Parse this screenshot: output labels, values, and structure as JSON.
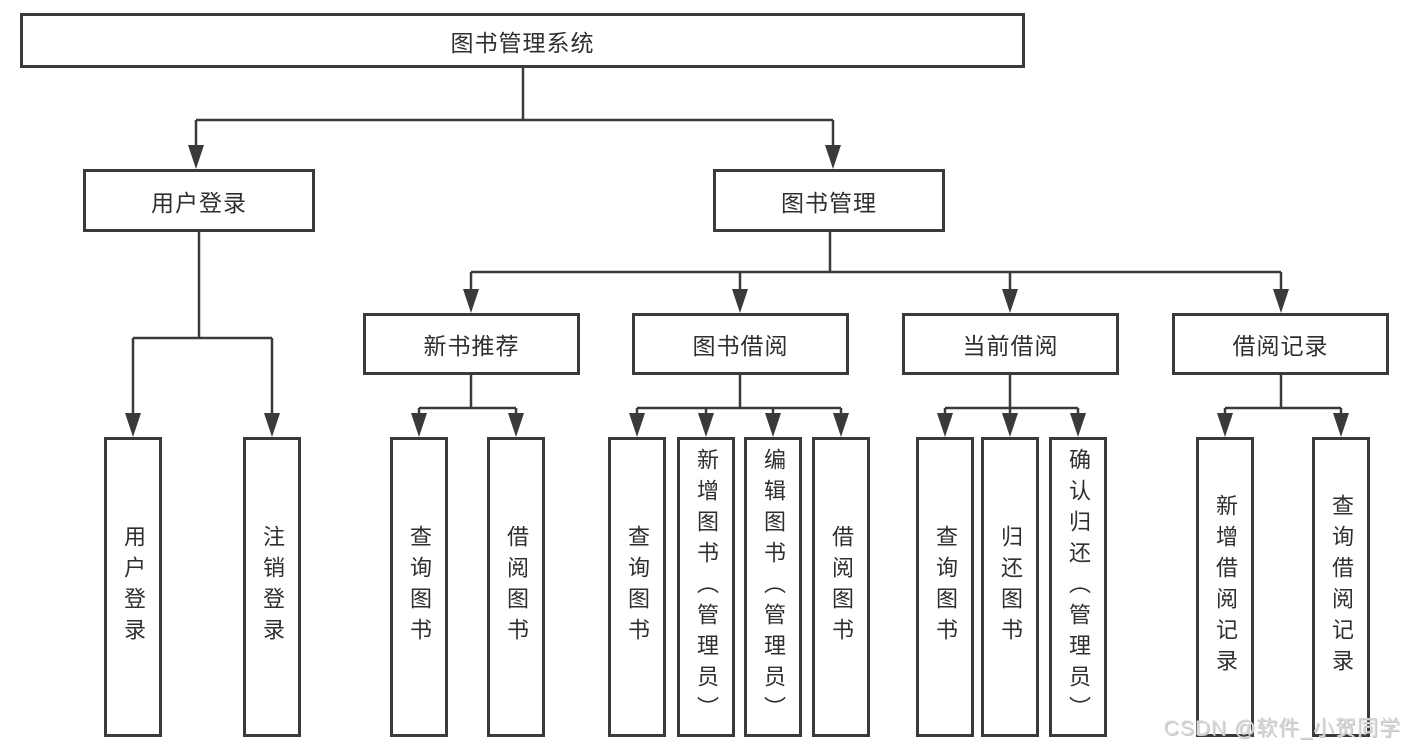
{
  "diagram": {
    "root": {
      "label": "图书管理系统"
    },
    "level2": [
      {
        "label": "用户登录"
      },
      {
        "label": "图书管理"
      }
    ],
    "level3": [
      {
        "label": "新书推荐",
        "parent": "图书管理"
      },
      {
        "label": "图书借阅",
        "parent": "图书管理"
      },
      {
        "label": "当前借阅",
        "parent": "图书管理"
      },
      {
        "label": "借阅记录",
        "parent": "图书管理"
      }
    ],
    "leaves": [
      {
        "label": "用户登录",
        "parent": "用户登录"
      },
      {
        "label": "注销登录",
        "parent": "用户登录"
      },
      {
        "label": "查询图书",
        "parent": "新书推荐"
      },
      {
        "label": "借阅图书",
        "parent": "新书推荐"
      },
      {
        "label": "查询图书",
        "parent": "图书借阅"
      },
      {
        "label": "新增图书（管理员）",
        "parent": "图书借阅"
      },
      {
        "label": "编辑图书（管理员）",
        "parent": "图书借阅"
      },
      {
        "label": "借阅图书",
        "parent": "图书借阅"
      },
      {
        "label": "查询图书",
        "parent": "当前借阅"
      },
      {
        "label": "归还图书",
        "parent": "当前借阅"
      },
      {
        "label": "确认归还（管理员）",
        "parent": "当前借阅"
      },
      {
        "label": "新增借阅记录",
        "parent": "借阅记录"
      },
      {
        "label": "查询借阅记录",
        "parent": "借阅记录"
      }
    ]
  },
  "watermark": {
    "text": "CSDN @软件_小贺同学"
  },
  "colors": {
    "line": "#3a3a3a",
    "border": "#3a3a3a",
    "text": "#2f2f2f",
    "box_bg": "#ffffff",
    "watermark": "#d7d7d7",
    "background": "#ffffff"
  }
}
